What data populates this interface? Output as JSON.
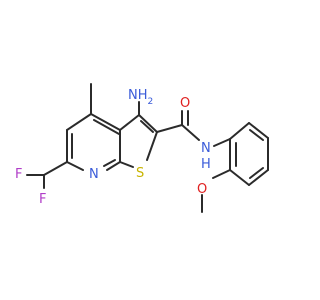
{
  "molecule": {
    "labels": {
      "amino_h2n": "NH",
      "amino_sub": "2",
      "carbonyl_o": "O",
      "amide_n": "N",
      "amide_h": "H",
      "ring_n": "N",
      "thio_s": "S",
      "f_top": "F",
      "f_bottom": "F",
      "ether_o": "O"
    },
    "colors": {
      "bond": "#2b2b2b",
      "nitrogen": "#3a5bd9",
      "oxygen": "#e02020",
      "sulfur": "#c8b400",
      "fluorine": "#b03cc8"
    }
  }
}
